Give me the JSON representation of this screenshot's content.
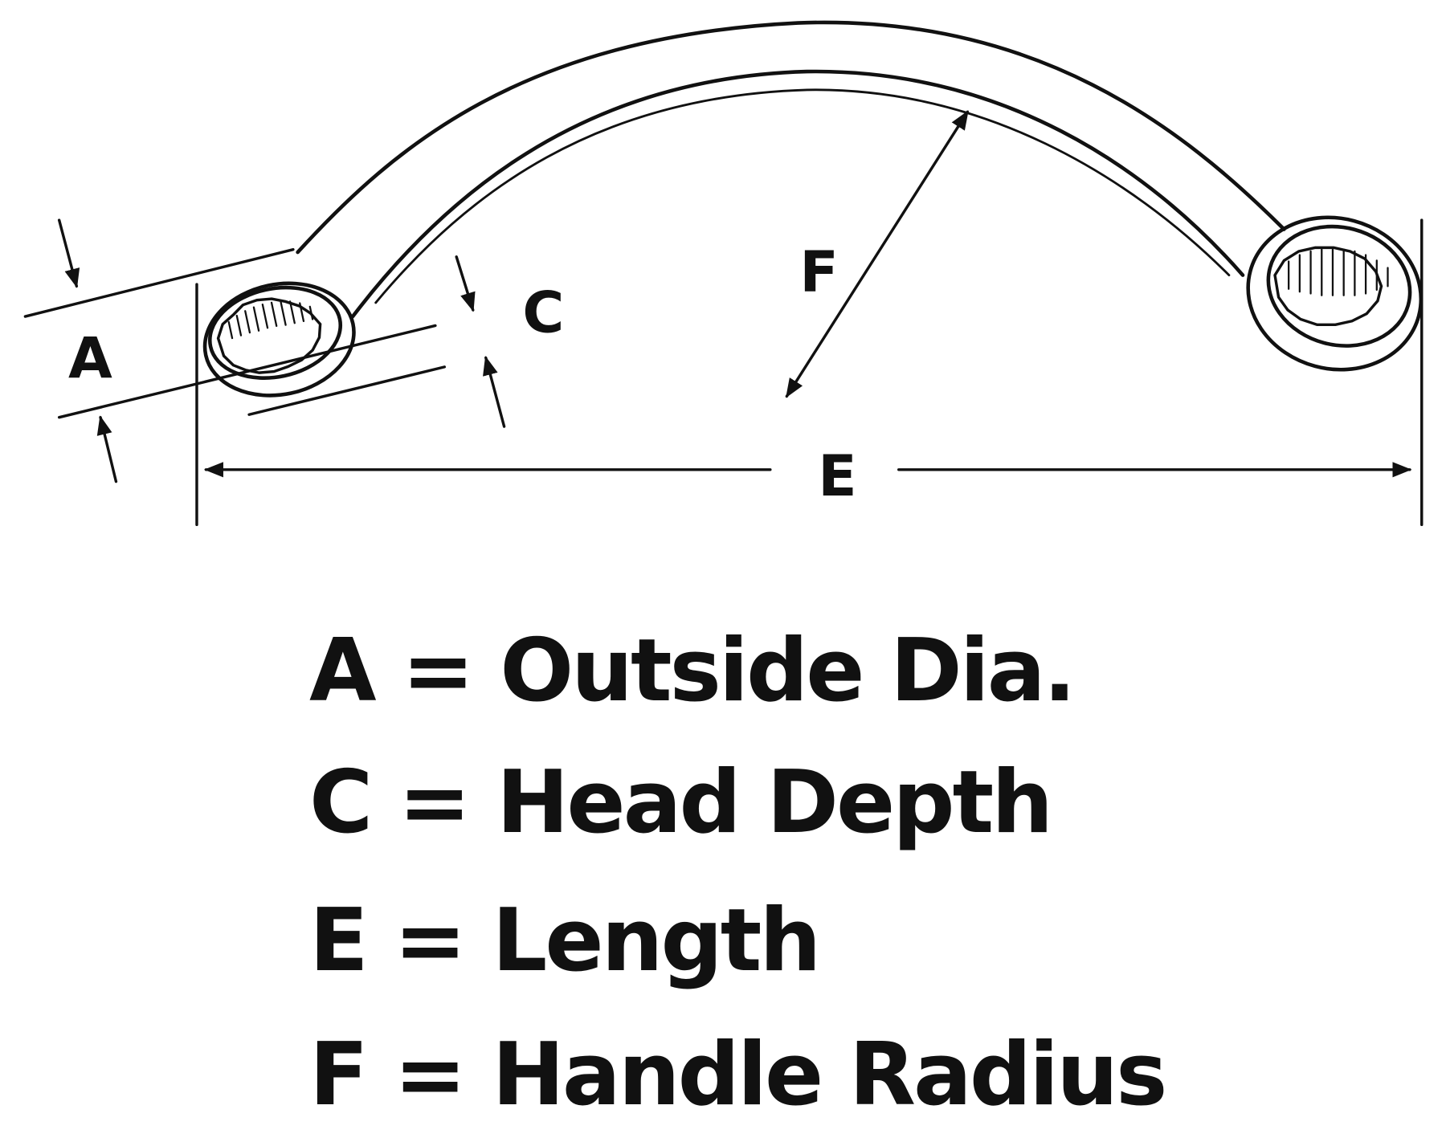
{
  "diagram": {
    "labels": {
      "a": "A",
      "c": "C",
      "e": "E",
      "f": "F"
    },
    "legend": [
      {
        "key": "A",
        "sep": "=",
        "text": "Outside Dia."
      },
      {
        "key": "C",
        "sep": "=",
        "text": "Head Depth"
      },
      {
        "key": "E",
        "sep": "=",
        "text": "Length"
      },
      {
        "key": "F",
        "sep": "=",
        "text": "Handle Radius"
      }
    ],
    "colors": {
      "ink": "#111111",
      "background": "#ffffff"
    }
  }
}
